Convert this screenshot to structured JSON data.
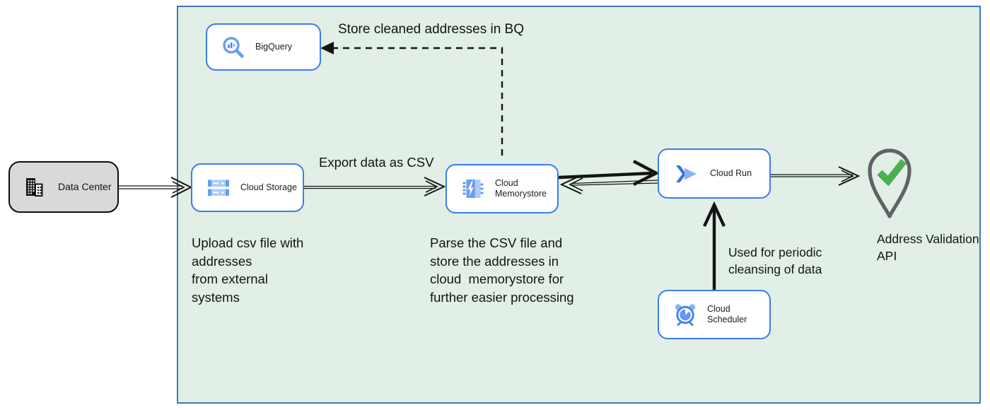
{
  "diagram": {
    "kind": "cloud-architecture-flow",
    "nodes": {
      "data_center": {
        "label": "Data Center",
        "icon": "building-icon"
      },
      "bigquery": {
        "label": "BigQuery",
        "icon": "bigquery-magnifier-icon"
      },
      "cloud_storage": {
        "label": "Cloud Storage",
        "icon": "cloud-storage-bars-icon"
      },
      "cloud_memorystore": {
        "label": "Cloud\nMemorystore",
        "icon": "memorystore-chip-icon"
      },
      "cloud_run": {
        "label": "Cloud Run",
        "icon": "cloud-run-chevron-icon"
      },
      "cloud_scheduler": {
        "label": "Cloud Scheduler",
        "icon": "scheduler-clock-icon"
      },
      "address_validation_api": {
        "label": "Address Validation\nAPI",
        "icon": "map-pin-check-icon"
      }
    },
    "annotations": {
      "store_cleaned_bq": "Store cleaned addresses in BQ",
      "export_csv": "Export data as CSV",
      "upload_csv": "Upload csv file with\naddresses\nfrom external\nsystems",
      "parse_csv": "Parse the CSV file and\nstore the addresses in\ncloud  memorystore for\nfurther easier processing",
      "periodic_cleansing": "Used for periodic\ncleansing of data"
    },
    "edges": [
      {
        "from": "data_center",
        "to": "cloud_storage",
        "style": "thin-open"
      },
      {
        "from": "cloud_storage",
        "to": "cloud_memorystore",
        "style": "thin-open",
        "label": "Export data as CSV"
      },
      {
        "from": "cloud_memorystore",
        "to": "cloud_run",
        "style": "thick-open"
      },
      {
        "from": "cloud_run",
        "to": "cloud_memorystore",
        "style": "thin-open"
      },
      {
        "from": "cloud_run",
        "to": "address_validation_api",
        "style": "thin-open"
      },
      {
        "from": "cloud_scheduler",
        "to": "cloud_run",
        "style": "thick-open",
        "label": "Used for periodic cleansing of data"
      },
      {
        "from": "cloud_memorystore",
        "to": "bigquery",
        "style": "dashed-filled",
        "label": "Store cleaned addresses in BQ"
      }
    ],
    "colors": {
      "container_fill": "#e1efe6",
      "container_border": "#3c79bb",
      "node_border": "#3b7cf0",
      "node_fill": "#ffffff",
      "data_center_fill": "#d9d9d9",
      "data_center_border": "#0d0d0d",
      "icon_blue": "#4285f4",
      "icon_mid_blue": "#669df6",
      "icon_light_blue": "#aecbfa",
      "check_green": "#4caf50",
      "pin_outline": "#5f6368",
      "arrow_color": "#141414"
    }
  }
}
